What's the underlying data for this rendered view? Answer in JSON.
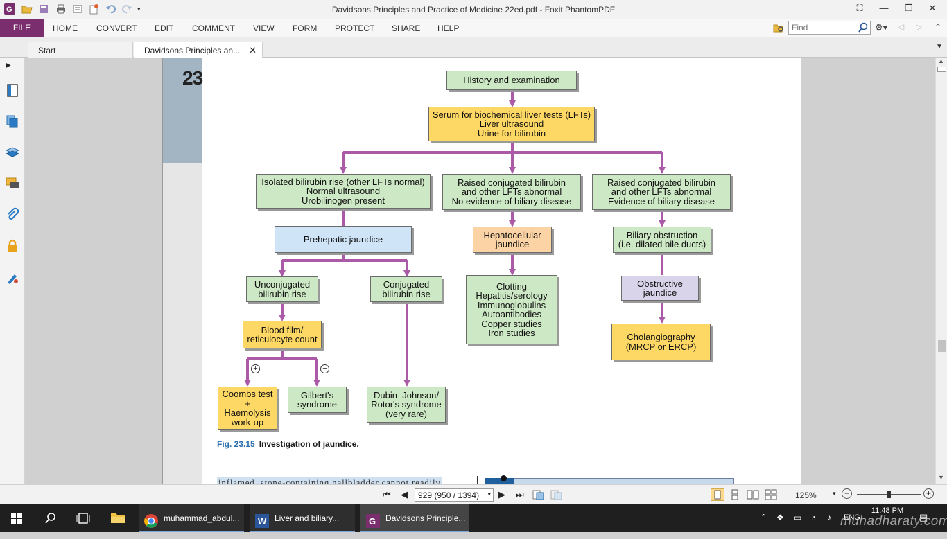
{
  "window": {
    "title": "Davidsons Principles and Practice of Medicine 22ed.pdf - Foxit PhantomPDF",
    "app_icon": "foxit-logo-icon",
    "accent_color": "#7a2e6e"
  },
  "menu": {
    "file": "FILE",
    "items": [
      "HOME",
      "CONVERT",
      "EDIT",
      "COMMENT",
      "VIEW",
      "FORM",
      "PROTECT",
      "SHARE",
      "HELP"
    ]
  },
  "search": {
    "placeholder": "Find"
  },
  "tabs": [
    {
      "label": "Start"
    },
    {
      "label": "Davidsons Principles an..."
    }
  ],
  "left_panel_icons": [
    "expand-icon",
    "page-icon",
    "pages-icon",
    "layers-icon",
    "comments-icon",
    "attachment-icon",
    "lock-icon",
    "signature-icon"
  ],
  "document": {
    "chapter": "23",
    "flowchart": {
      "history": "History and examination",
      "serum": "Serum for biochemical liver tests (LFTs)\nLiver ultrasound\nUrine for bilirubin",
      "isolated": "Isolated bilirubin rise (other LFTs normal)\nNormal ultrasound\nUrobilinogen present",
      "raised_no_biliary": "Raised conjugated bilirubin\nand other LFTs abnormal\nNo evidence of biliary disease",
      "raised_biliary": "Raised conjugated bilirubin\nand other LFTs abnormal\nEvidence of biliary disease",
      "prehepatic": "Prehepatic jaundice",
      "hepatocellular": "Hepatocellular\njaundice",
      "biliary_obstruction": "Biliary obstruction\n(i.e. dilated bile ducts)",
      "unconjugated": "Unconjugated\nbilirubin rise",
      "conjugated": "Conjugated\nbilirubin rise",
      "clotting": "Clotting\nHepatitis/serology\nImmunoglobulins\nAutoantibodies\nCopper studies\nIron studies",
      "obstructive": "Obstructive\njaundice",
      "blood_film": "Blood film/\nreticulocyte count",
      "cholangiography": "Cholangiography\n(MRCP or ERCP)",
      "coombs": "Coombs test\n+\nHaemolysis\nwork-up",
      "gilbert": "Gilbert's\nsyndrome",
      "dubin": "Dubin–Johnson/\nRotor's syndrome\n(very rare)",
      "plus": "+",
      "minus": "−"
    },
    "caption_number": "Fig. 23.15",
    "caption_text": "Investigation of jaundice.",
    "body_text": "inflamed, stone-containing gallbladder cannot readily"
  },
  "navigation": {
    "page_field": "929 (950 / 1394)",
    "zoom": "125%"
  },
  "taskbar": {
    "apps": [
      {
        "label": "muhammad_abdul..."
      },
      {
        "label": "Liver   and biliary..."
      },
      {
        "label": "Davidsons Principle..."
      }
    ],
    "language": "ENG",
    "time": "11:48 PM",
    "watermark": "muhadharaty.com"
  }
}
